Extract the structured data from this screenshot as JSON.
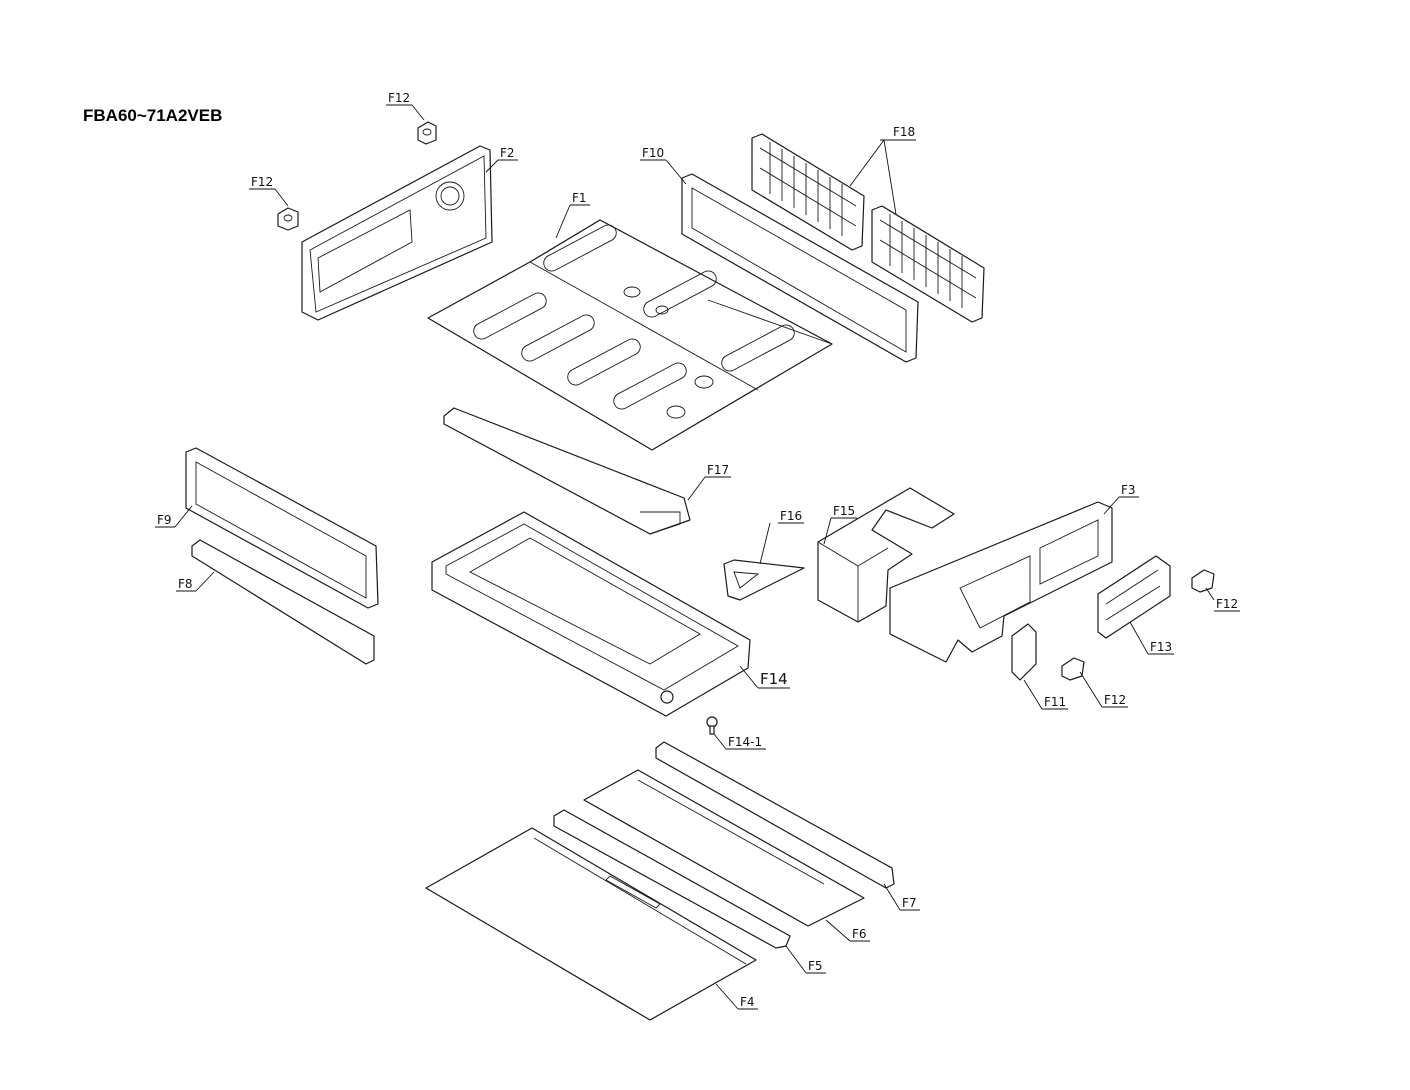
{
  "title": "FBA60~71A2VEB",
  "labels": {
    "f1": "F1",
    "f2": "F2",
    "f3": "F3",
    "f4": "F4",
    "f5": "F5",
    "f6": "F6",
    "f7": "F7",
    "f8": "F8",
    "f9": "F9",
    "f10": "F10",
    "f11": "F11",
    "f12a": "F12",
    "f12b": "F12",
    "f12c": "F12",
    "f12d": "F12",
    "f13": "F13",
    "f14": "F14",
    "f14_1": "F14-1",
    "f15": "F15",
    "f16": "F16",
    "f17": "F17",
    "f18": "F18"
  }
}
